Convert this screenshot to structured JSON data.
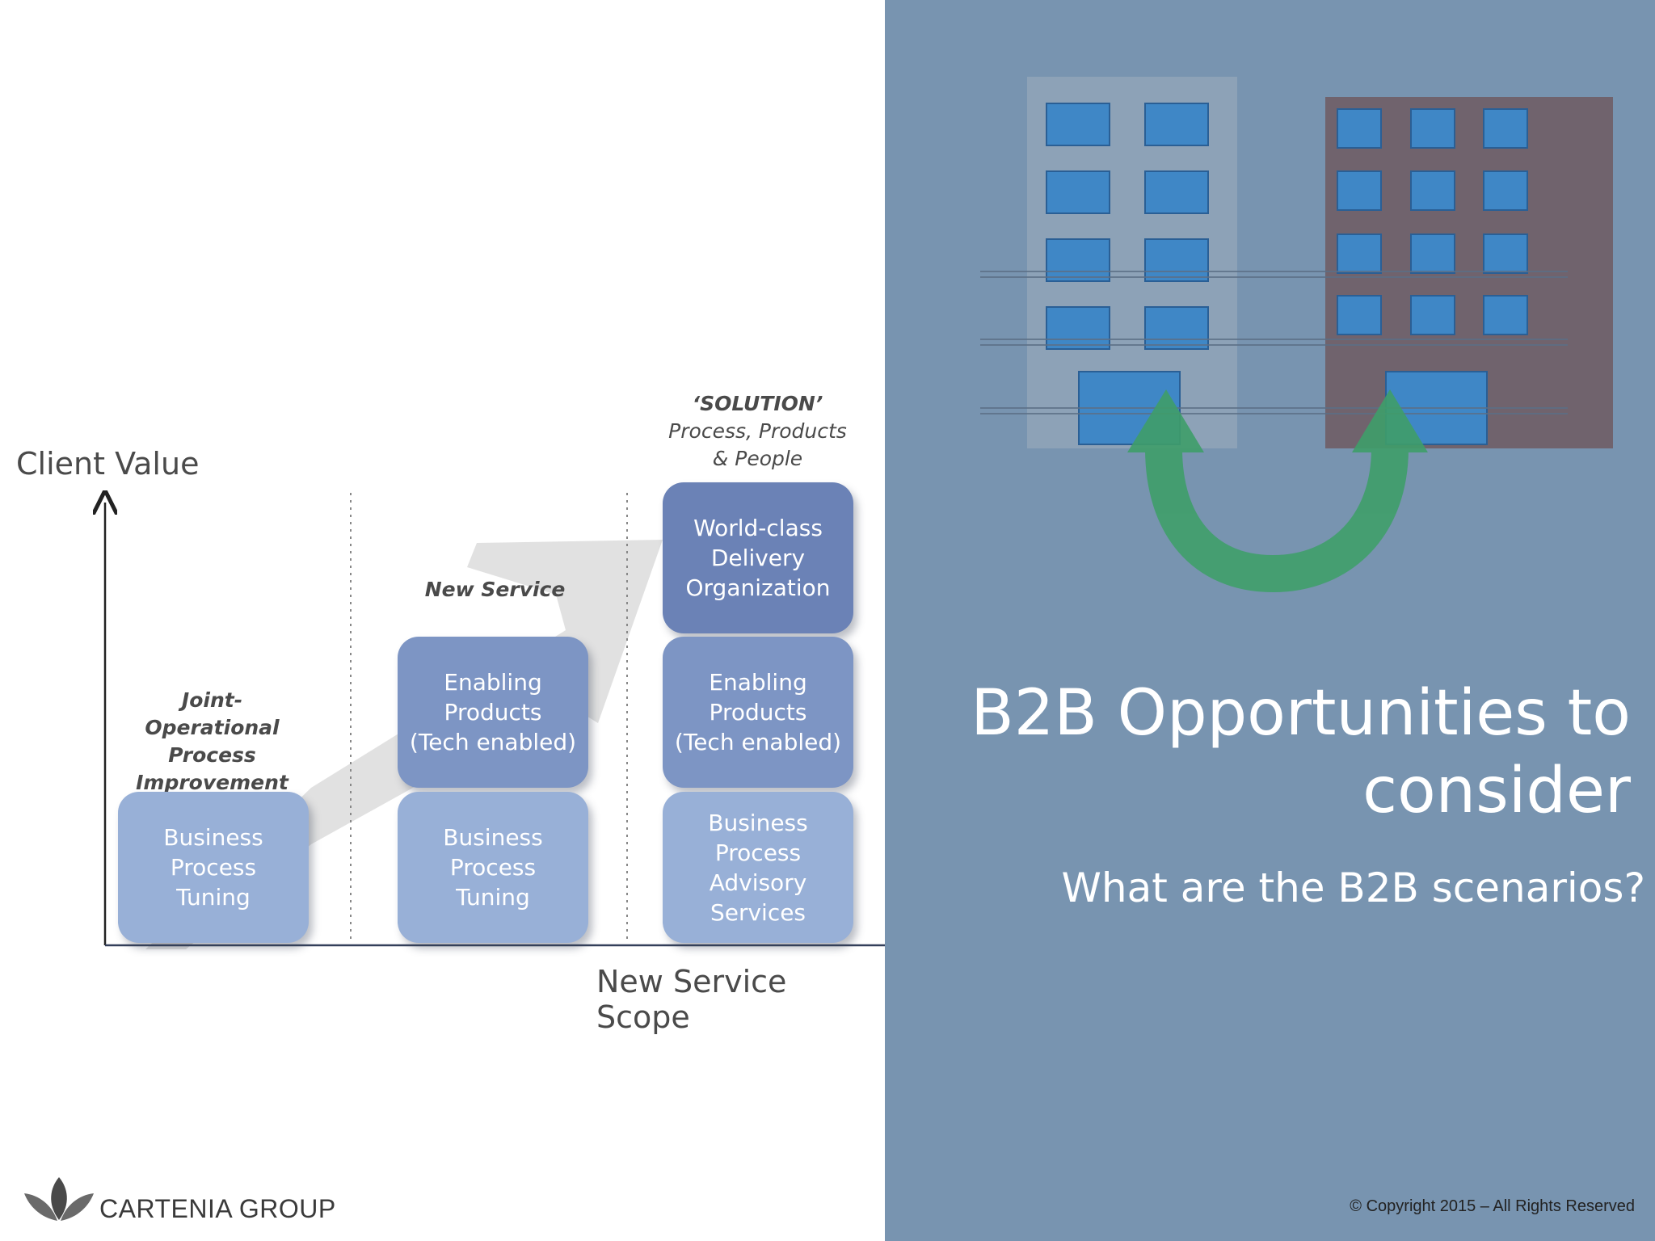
{
  "axes": {
    "y_label": "Client Value",
    "x_label": "New Service Scope"
  },
  "captions": {
    "joint": "Joint- Operational Process Improvement",
    "new_service": "New Service",
    "solution_title": "‘SOLUTION’",
    "solution_line1": "Process, Products",
    "solution_line2": "& People"
  },
  "boxes": {
    "col1_business": "Business\nProcess\nTuning",
    "col2_enabling": "Enabling\nProducts\n(Tech enabled)",
    "col2_business": "Business\nProcess\nTuning",
    "col3_world": "World-class\nDelivery\nOrganization",
    "col3_enabling": "Enabling\nProducts\n(Tech enabled)",
    "col3_advisory": "Business\nProcess\nAdvisory\nServices"
  },
  "slide": {
    "title": "B2B Opportunities to consider",
    "subtitle": "What are the B2B scenarios?",
    "copyright": "© Copyright 2015 – All Rights Reserved"
  },
  "brand": {
    "company": "CARTENIA GROUP",
    "logo_icon": "lotus-icon"
  },
  "colors": {
    "panel": "#7894b0",
    "box_light": "#98b0d7",
    "box_mid": "#7d95c4",
    "box_dark": "#6b82b6",
    "arrow_green": "#3f9e6a"
  }
}
